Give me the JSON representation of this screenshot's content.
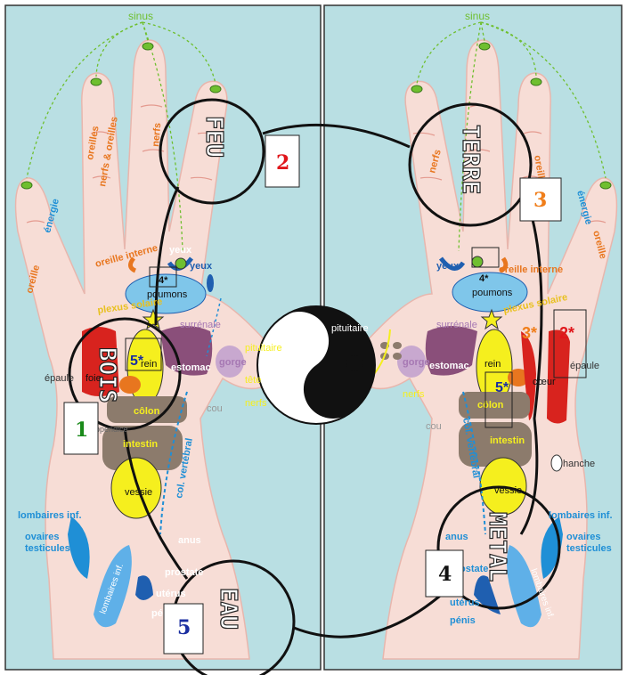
{
  "colors": {
    "background": "#b9dfe3",
    "skin": "#f7ddd6",
    "skin_line": "#e49a8f",
    "green_tip": "#6fbf2f",
    "blue_label": "#1f8fd6",
    "orange_label": "#e8761f",
    "purple": "#8a4f7a",
    "brown": "#8c7b6c",
    "yellow": "#f5ef1e",
    "red": "#d8231e",
    "lung_blue": "#7fc6ea"
  },
  "left_hand": {
    "sinus": "sinus",
    "finger_labels": [
      "oreille",
      "énergie",
      "nerfs & oreilles",
      "oreilles",
      "nerfs"
    ],
    "organs": {
      "yeux_top": "yeux",
      "yeux_right": "yeux",
      "oreille_interne": "oreille interne",
      "poumons": "poumons",
      "plexus": "plexus solaire",
      "surrenale": "surrénale",
      "epaule": "épaule",
      "foie": "foie",
      "rein": "rein",
      "estomac": "estomac",
      "gorge": "gorge",
      "colon": "côlon",
      "intestin": "intestin",
      "vessie": "vessie",
      "col_vertebral": "col. vertébral",
      "pituitaire": "pituitaire",
      "tete": "tête",
      "nerfs": "nerfs",
      "cou": "cou",
      "lombaires": "lombaires inf.",
      "ovaires": "ovaires\ntesticules",
      "lombaires_inf_diag": "lombaires inf.",
      "anus": "anus",
      "prostate": "prostate",
      "uterus": "utérus",
      "penis": "pénis",
      "appendice": "appendice"
    },
    "asterisks": [
      "4*",
      "5*"
    ],
    "element_feu": "FEU",
    "element_bois": "BOIS",
    "element_eau": "EAU"
  },
  "right_hand": {
    "sinus": "sinus",
    "finger_labels": [
      "nerfs",
      "oreilles",
      "énergie",
      "oreille"
    ],
    "organs": {
      "yeux": "yeux",
      "oreille_interne": "oreille interne",
      "poumons": "poumons",
      "plexus": "plexus solaire",
      "surrenale": "surrénale",
      "pituitaire": "pituitaire",
      "estomac": "estomac",
      "gorge": "gorge",
      "rein": "rein",
      "colon": "côlon",
      "coeur": "cœur",
      "epaule": "épaule",
      "intestin": "intestin",
      "hanche": "hanche",
      "vessie": "vessie",
      "col_vertebral": "col. vertébral",
      "cou": "cou",
      "nerfs": "nerfs",
      "lombaires": "lombaires inf.",
      "ovaires": "ovaires\ntesticules",
      "lombaires_inf_diag": "lombaires inf.",
      "anus": "anus",
      "prostate": "prostate",
      "uterus": "utérus",
      "penis": "pénis"
    },
    "asterisks": [
      "4*",
      "5*",
      "3*",
      "2*"
    ],
    "element_terre": "TERRE",
    "element_metal": "METAL"
  },
  "numbers": [
    "1",
    "2",
    "3",
    "4",
    "5"
  ],
  "number_colors": {
    "1": "#1a8a1a",
    "2": "#e0161b",
    "3": "#f07e1a",
    "4": "#111111",
    "5": "#1a2ea0"
  }
}
